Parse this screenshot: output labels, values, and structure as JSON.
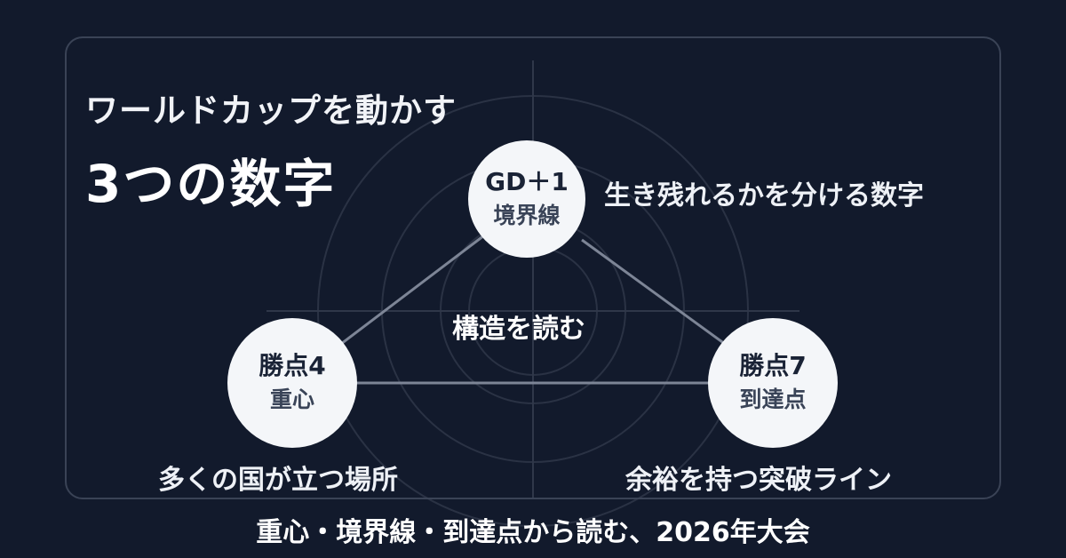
{
  "title": {
    "line1": "ワールドカップを動かす",
    "line2": "3つの数字"
  },
  "center_label": "構造を読む",
  "nodes": {
    "top": {
      "key": "GD＋1",
      "sub": "境界線",
      "caption": "生き残れるかを分ける数字"
    },
    "left": {
      "key": "勝点4",
      "sub": "重心",
      "caption": "多くの国が立つ場所"
    },
    "right": {
      "key": "勝点7",
      "sub": "到達点",
      "caption": "余裕を持つ突破ライン"
    }
  },
  "footer": "重心・境界線・到達点から読む、2026年大会",
  "colors": {
    "background": "#121a2c",
    "node_fill": "#f4f6f9",
    "connector": "#7d8596",
    "rings": "#2e3648"
  }
}
